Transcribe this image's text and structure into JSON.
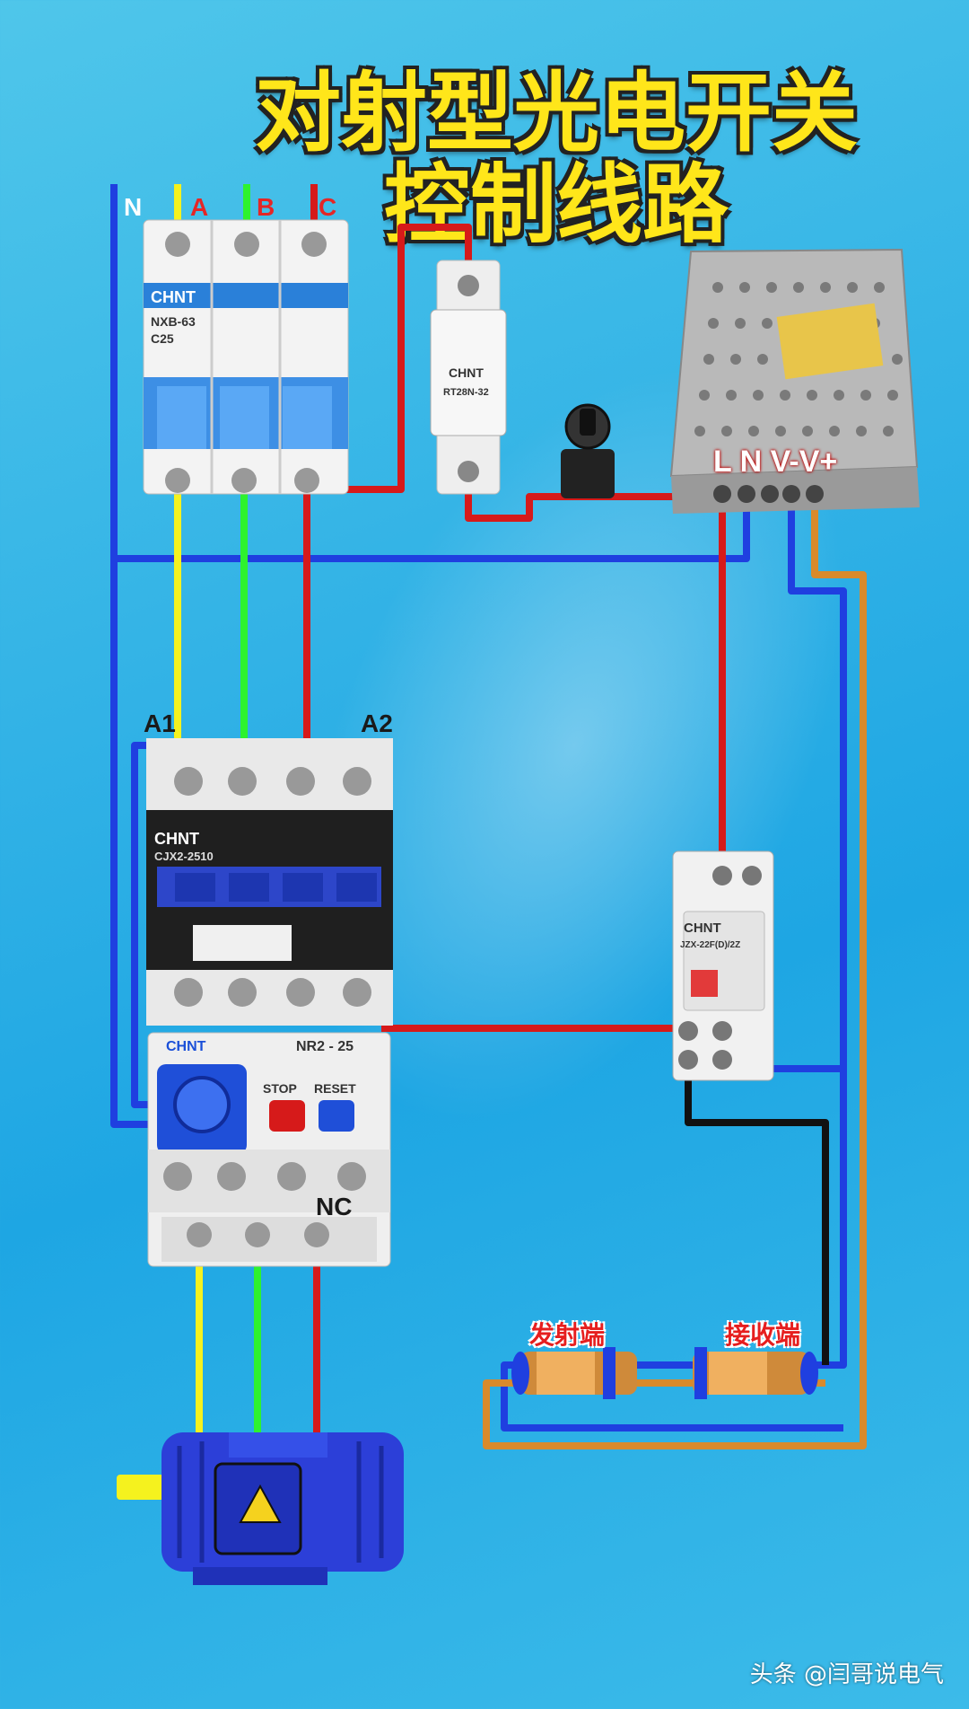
{
  "title": {
    "line1": "对射型光电开关",
    "line2": "控制线路"
  },
  "supply_labels": {
    "n": "N",
    "a": "A",
    "b": "B",
    "c": "C"
  },
  "breaker": {
    "brand": "CHNT",
    "model": "NXB-63",
    "rating": "C25"
  },
  "fuse": {
    "brand": "CHNT",
    "model": "RT28N-32"
  },
  "power_supply": {
    "terminals": "L N V-V+"
  },
  "contactor": {
    "brand": "CHNT",
    "model": "CJX2-2510",
    "a1": "A1",
    "a2": "A2"
  },
  "overload": {
    "brand": "CHNT",
    "model": "NR2 - 25",
    "stop": "STOP",
    "reset": "RESET",
    "nc": "NC"
  },
  "relay": {
    "brand": "CHNT",
    "model": "JZX-22F(D)/2Z"
  },
  "sensors": {
    "emitter": "发射端",
    "receiver": "接收端"
  },
  "colors": {
    "neutral": "#1f3fe0",
    "phase_a": "#f5f21e",
    "phase_b": "#2ef22e",
    "phase_c": "#d61a1a",
    "dc_neg": "#1f3fe0",
    "dc_pos": "#d98a2b",
    "signal": "#111111",
    "title": "#ffe61a"
  },
  "watermark": "头条 @闫哥说电气"
}
